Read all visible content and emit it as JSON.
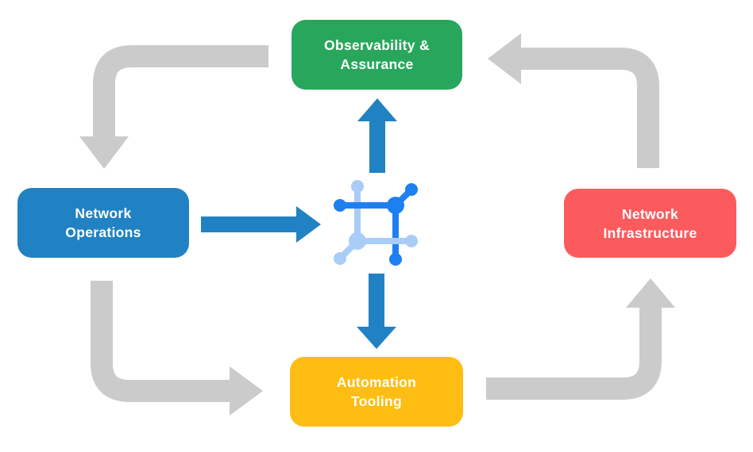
{
  "colors": {
    "background": "#FFFFFF",
    "node_green": "#28A75C",
    "node_blue": "#2182C3",
    "node_red": "#FC5B5E",
    "node_yellow": "#FDBD13",
    "cycle_arrow_gray": "#CBCBCB",
    "center_arrow_blue": "#2182C3",
    "icon_dark_blue": "#1E80F0",
    "icon_light_blue": "#A9CDF6",
    "label_text": "#FFFFFF"
  },
  "nodes": {
    "top": {
      "label": "Observability & Assurance",
      "lines": [
        "Observability &",
        "Assurance"
      ],
      "color": "#28A75C"
    },
    "left": {
      "label": "Network Operations",
      "lines": [
        "Network",
        "Operations"
      ],
      "color": "#2182C3"
    },
    "right": {
      "label": "Network Infrastructure",
      "lines": [
        "Network",
        "Infrastructure"
      ],
      "color": "#FC5B5E"
    },
    "bottom": {
      "label": "Automation Tooling",
      "lines": [
        "Automation",
        "Tooling"
      ],
      "color": "#FDBD13"
    }
  },
  "center_icon": {
    "name": "network-automation-icon"
  },
  "arrows": {
    "outer_cycle": [
      {
        "from": "top",
        "to": "left",
        "style": "gray-elbow"
      },
      {
        "from": "left",
        "to": "bottom",
        "style": "gray-elbow"
      },
      {
        "from": "bottom",
        "to": "right",
        "style": "gray-elbow"
      },
      {
        "from": "right",
        "to": "top",
        "style": "gray-elbow"
      }
    ],
    "center_links": [
      {
        "from": "left",
        "to": "center-icon",
        "style": "blue-straight"
      },
      {
        "from": "center-icon",
        "to": "top",
        "style": "blue-straight"
      },
      {
        "from": "center-icon",
        "to": "bottom",
        "style": "blue-straight"
      }
    ]
  }
}
